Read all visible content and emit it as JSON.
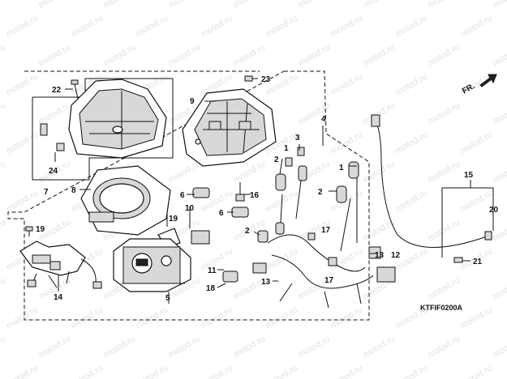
{
  "watermark": "motod.ru",
  "diagram_code": "KTFIF0200A",
  "direction_indicator": "FR.",
  "callouts": {
    "n1": "1",
    "n2": "2",
    "n3": "3",
    "n4": "4",
    "n5": "5",
    "n6": "6",
    "n7": "7",
    "n8": "8",
    "n9": "9",
    "n10": "10",
    "n11": "11",
    "n12": "12",
    "n13": "13",
    "n14": "14",
    "n15": "15",
    "n16": "16",
    "n17": "17",
    "n18": "18",
    "n19": "19",
    "n20": "20",
    "n21": "21",
    "n22": "22",
    "n23": "23",
    "n24": "24"
  }
}
